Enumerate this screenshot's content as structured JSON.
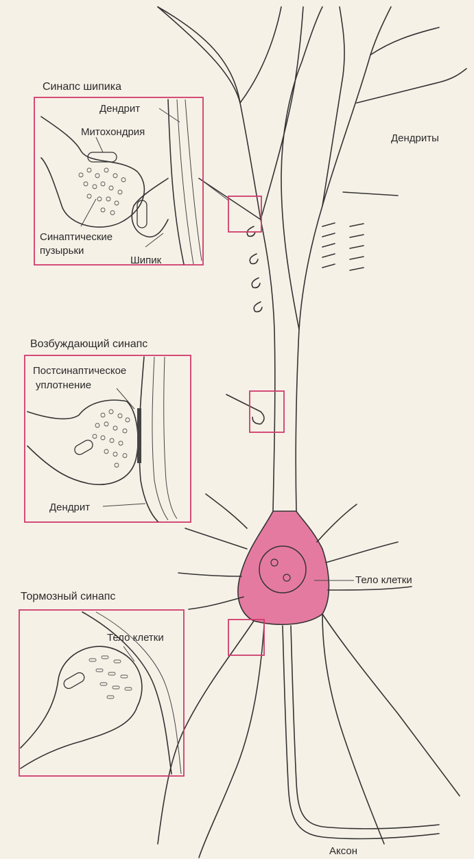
{
  "colors": {
    "accent": "#cf3a6c",
    "cell_body": "#e57aa0",
    "ink": "#333333",
    "paper": "#f6f1e7"
  },
  "labels": {
    "dendrites": "Дендриты",
    "cell_body": "Тело клетки",
    "axon": "Аксон"
  },
  "inset_spine": {
    "title": "Синапс шипика",
    "dendrite": "Дендрит",
    "mitochondrion": "Митохондрия",
    "vesicles_line1": "Синаптические",
    "vesicles_line2": "пузырьки",
    "spine": "Шипик"
  },
  "inset_excitatory": {
    "title": "Возбуждающий синапс",
    "density_line1": "Постсинаптическое",
    "density_line2": "уплотнение",
    "dendrite": "Дендрит"
  },
  "inset_inhibitory": {
    "title": "Тормозный синапс",
    "cell_body": "Тело клетки"
  }
}
